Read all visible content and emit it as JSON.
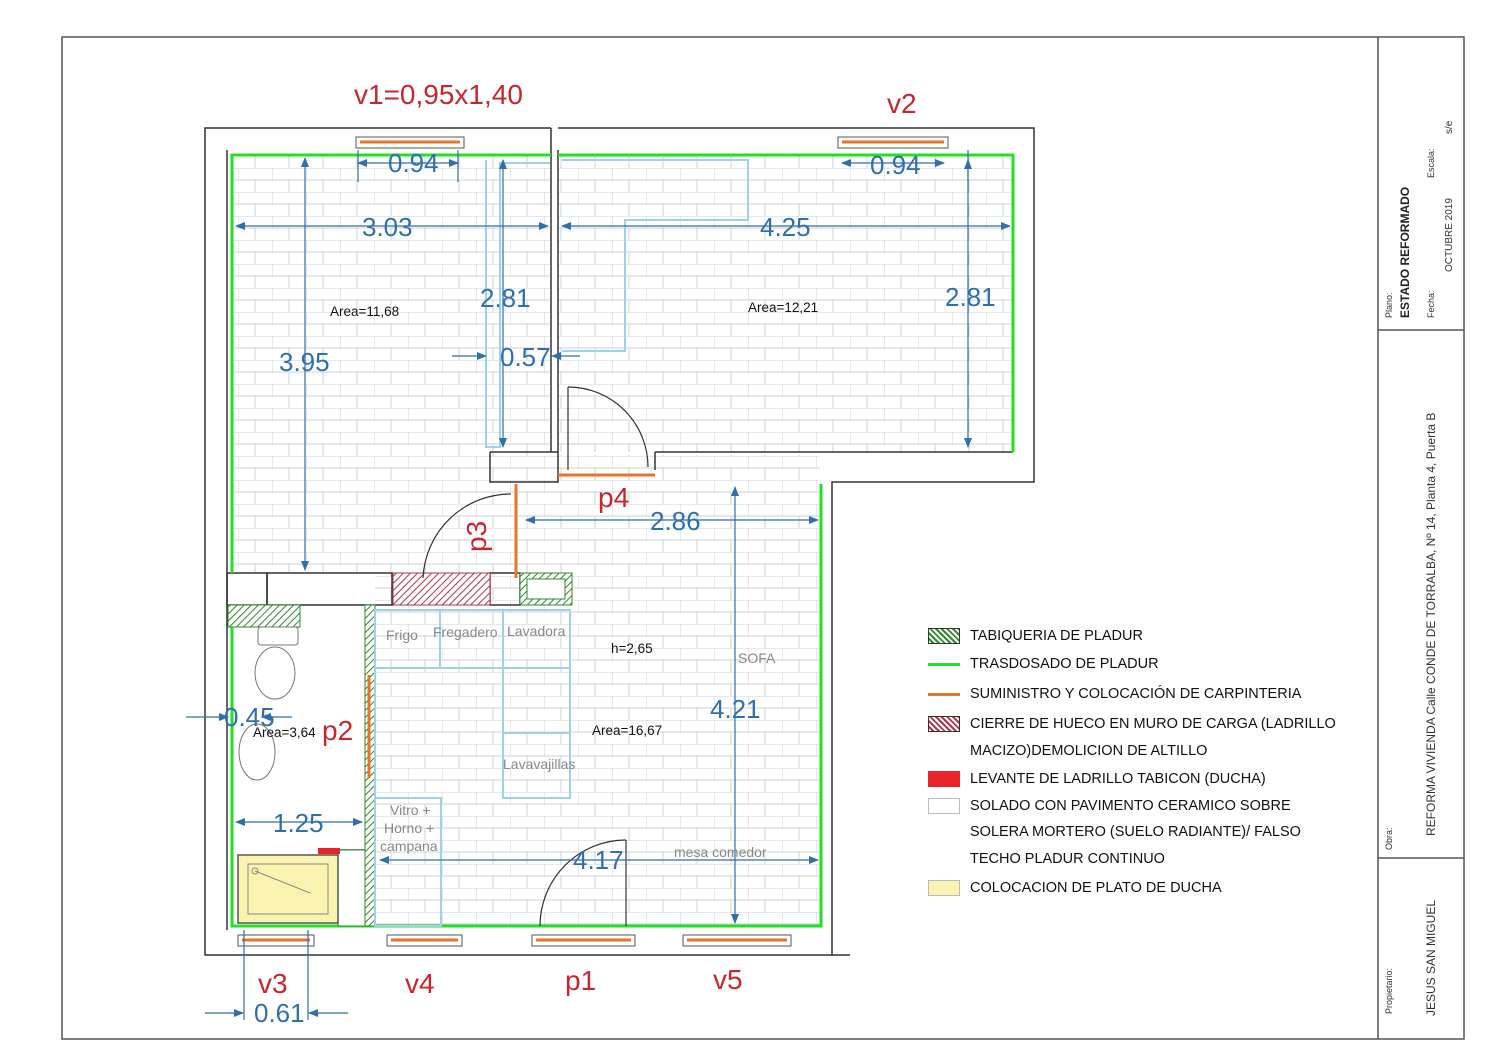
{
  "title_block": {
    "plano_label": "Plano:",
    "plano_value": "ESTADO REFORMADO",
    "fecha_label": "Fecha:",
    "fecha_value": "OCTUBRE 2019",
    "escala_label": "Escala:",
    "escala_value": "s/e",
    "obra_label": "Obra:",
    "obra_value": "REFORMA VIVIENDA Calle CONDE DE TORRALBA, Nº 14, Planta 4, Puerta B",
    "propietario_label": "Propietario:",
    "propietario_value": "JESUS SAN MIGUEL"
  },
  "openings": {
    "v1": "v1=0,95x1,40",
    "v2": "v2",
    "v3": "v3",
    "v4": "v4",
    "v5": "v5",
    "p1": "p1",
    "p2": "p2",
    "p3": "p3",
    "p4": "p4"
  },
  "dimensions": {
    "d094a": "0.94",
    "d094b": "0.94",
    "d303": "3.03",
    "d425": "4.25",
    "d281a": "2.81",
    "d281b": "2.81",
    "d395": "3.95",
    "d057": "0.57",
    "d286": "2.86",
    "d421": "4.21",
    "d045": "0.45",
    "d125": "1.25",
    "d417": "4.17",
    "d061": "0.61"
  },
  "areas": {
    "bedroom1": "Area=11,68",
    "bedroom2": "Area=12,21",
    "bath": "Area=3,64",
    "living": "Area=16,67",
    "height": "h=2,65"
  },
  "fixtures": {
    "frigo": "Frigo",
    "fregadero": "Fregadero",
    "lavadora": "Lavadora",
    "lavavajillas": "Lavavajillas",
    "vitro1": "Vitro +",
    "vitro2": "Horno +",
    "vitro3": "campana",
    "sofa": "SOFA",
    "mesa": "mesa comedor"
  },
  "legend": {
    "tabiqueria": "TABIQUERIA DE PLADUR",
    "trasdosado": "TRASDOSADO DE PLADUR",
    "carpinteria": "SUMINISTRO Y COLOCACIÓN DE CARPINTERIA",
    "cierre1": "CIERRE  DE HUECO EN MURO DE CARGA (LADRILLO",
    "cierre2": "MACIZO)DEMOLICION DE ALTILLO",
    "levante": "LEVANTE DE LADRILLO TABICON (DUCHA)",
    "solado1": "SOLADO CON PAVIMENTO CERAMICO SOBRE",
    "solado2": "SOLERA MORTERO (SUELO RADIANTE)/ FALSO",
    "solado3": "TECHO PLADUR CONTINUO",
    "plato": "COLOCACION DE PLATO DE DUCHA"
  },
  "colors": {
    "dimension": "#2f6fae",
    "opening_label": "#c8252c",
    "trasdosado": "#22e022",
    "carpinteria": "#e8732a",
    "wall": "#333333",
    "tile": "#c9d2dc",
    "fixture": "#9fd2e8"
  }
}
